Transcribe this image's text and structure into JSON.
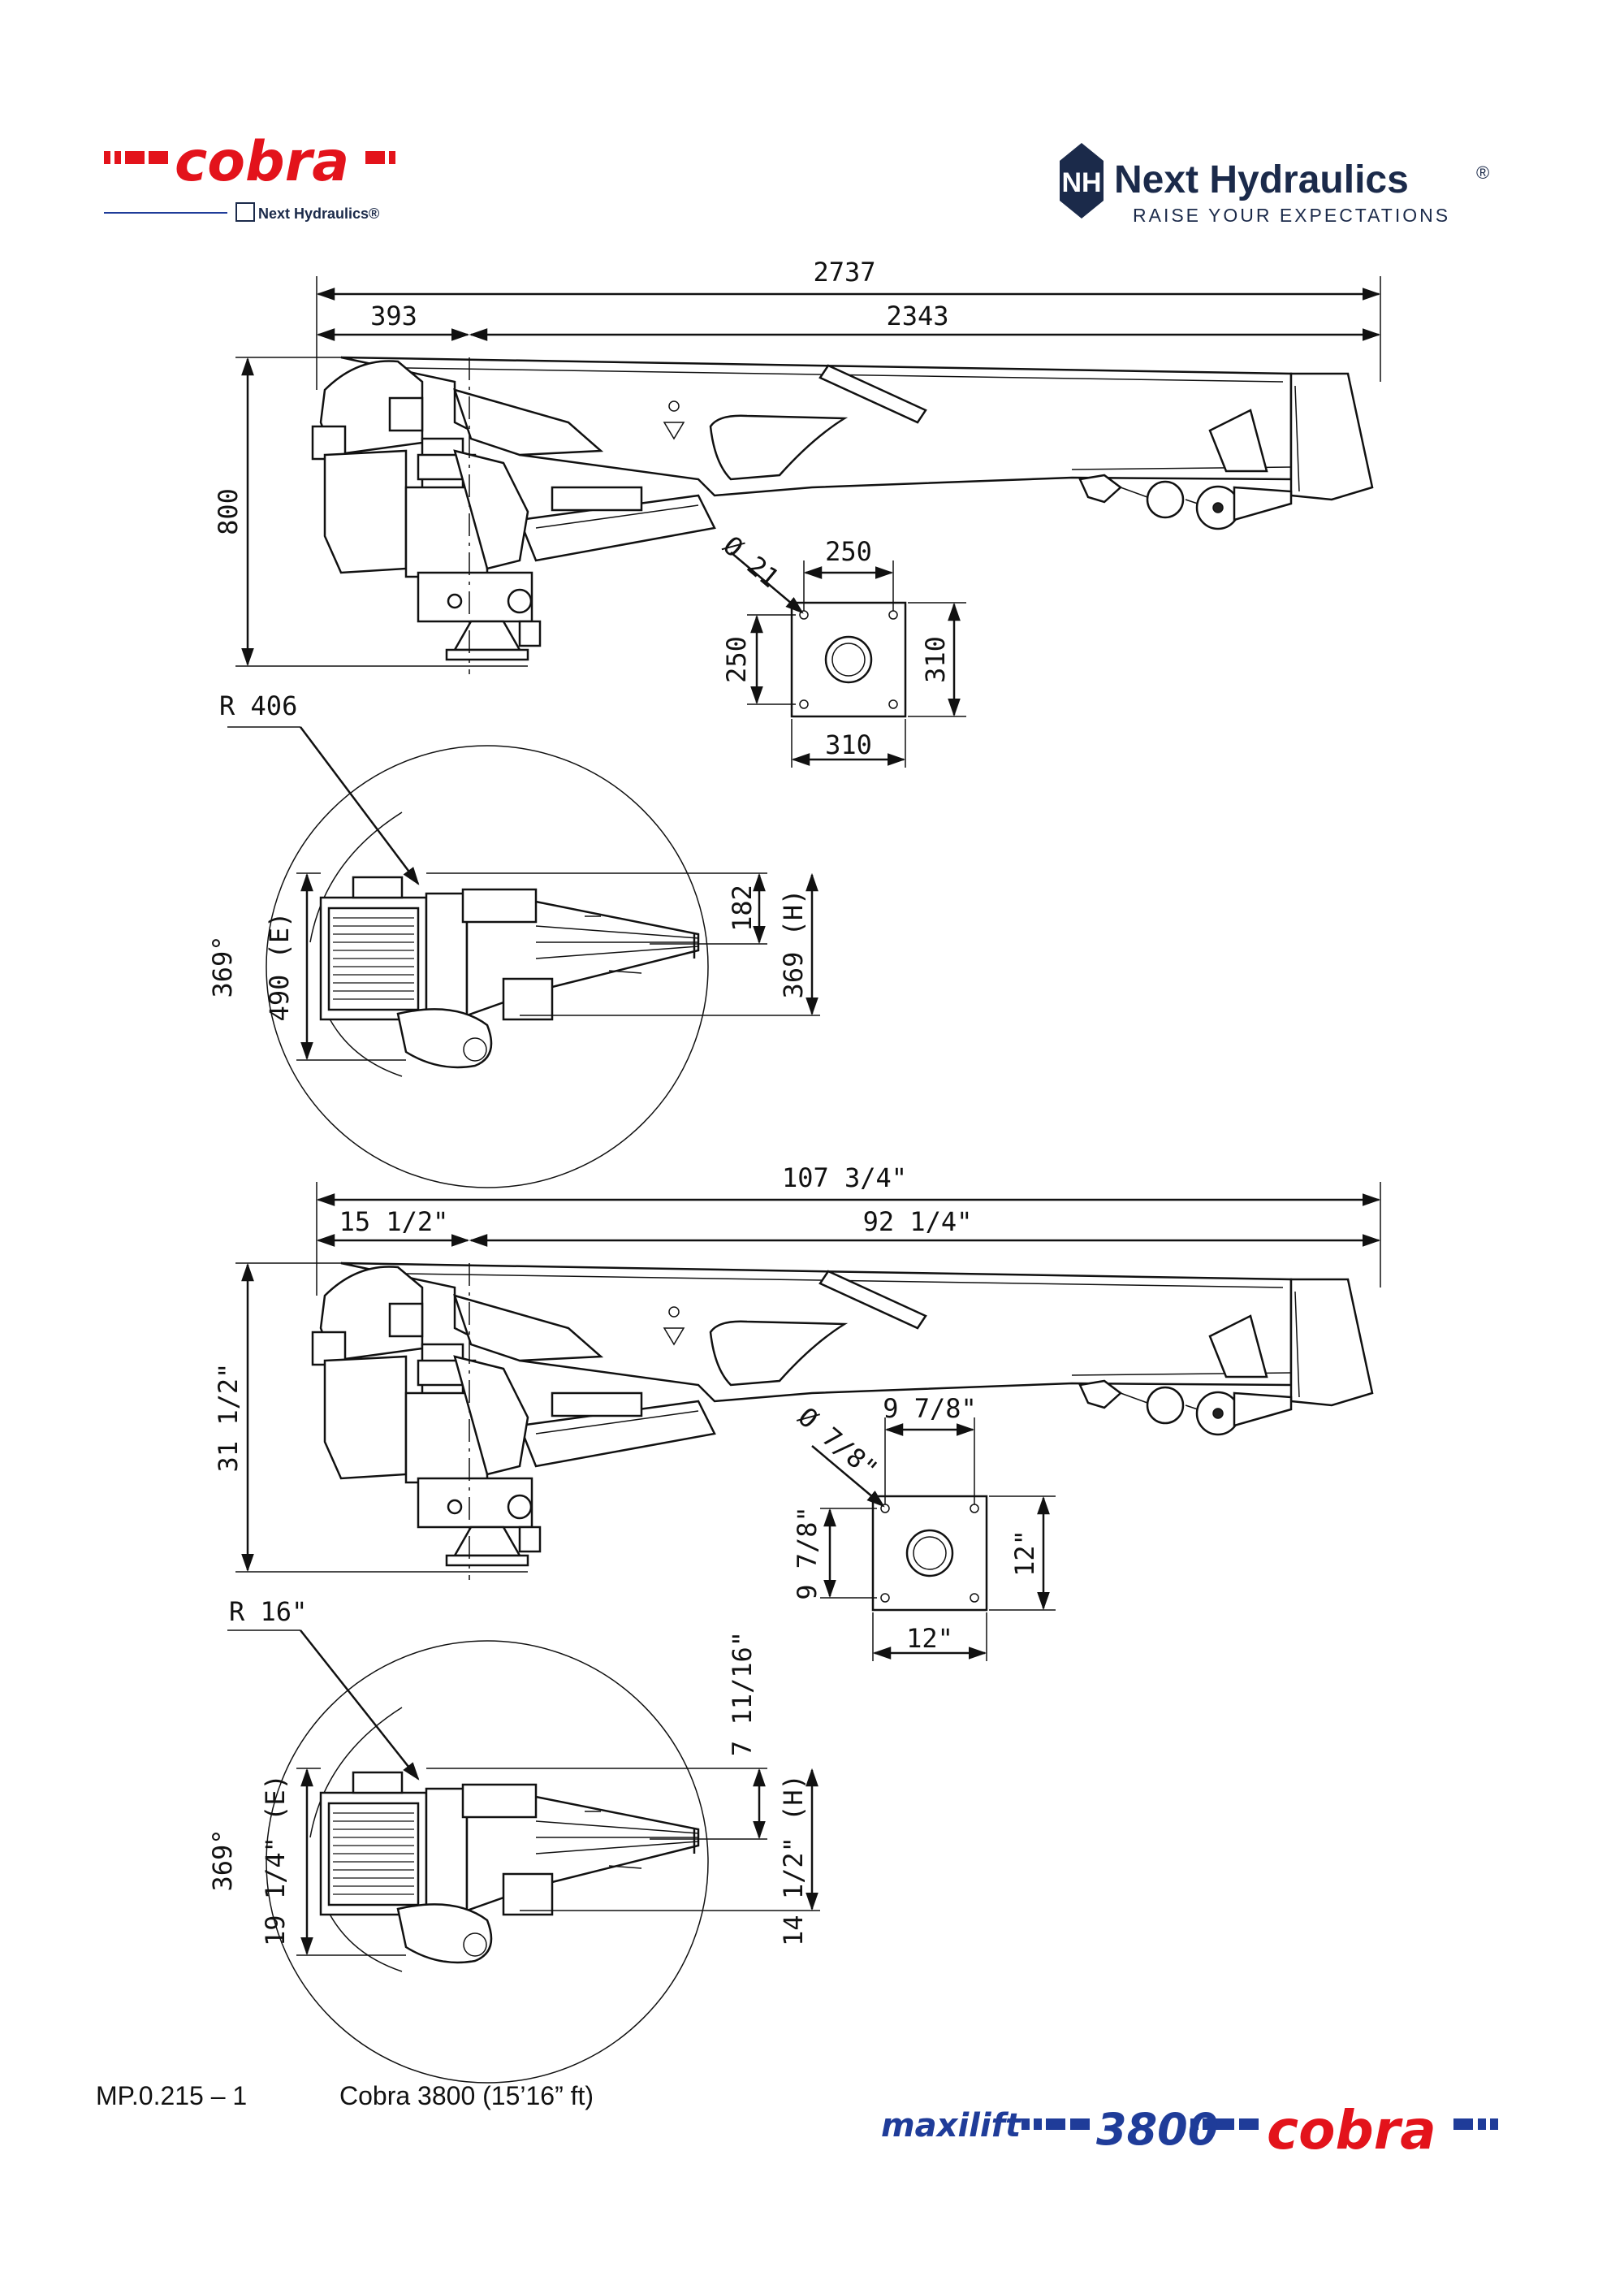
{
  "brand": {
    "cobra_logo_text": "cobra",
    "cobra_logo_subtext": "Next Hydraulics®",
    "nh_monogram": "NH",
    "nh_name": "Next Hydraulics",
    "nh_registered": "®",
    "nh_tagline": "RAISE YOUR EXPECTATIONS",
    "maxilift_text": "maxilift",
    "model_badge": "3800",
    "cobra_footer_logo": "cobra",
    "colors": {
      "cobra_red": "#e3131b",
      "cobra_blue": "#1f3c99",
      "nh_navy": "#1b2a4a"
    }
  },
  "metric": {
    "total_length": "2737",
    "rear_length": "393",
    "boom_length": "2343",
    "height": "800",
    "base_hole": "Ø 21",
    "base_hole_spacing_top": "250",
    "base_hole_spacing_side": "250",
    "base_plate_side": "310",
    "base_plate_bottom": "310",
    "radius": "R 406",
    "rotation": "369°",
    "width_e": "490 (E)",
    "offset": "182",
    "width_h": "369 (H)"
  },
  "imperial": {
    "total_length": "107 3/4\"",
    "rear_length": "15 1/2\"",
    "boom_length": "92 1/4\"",
    "height": "31 1/2\"",
    "base_hole": "Ø 7/8\"",
    "base_hole_spacing_top": "9 7/8\"",
    "base_hole_spacing_side": "9 7/8\"",
    "base_plate_side": "12\"",
    "base_plate_bottom": "12\"",
    "radius": "R 16\"",
    "rotation": "369°",
    "width_e": "19 1/4\" (E)",
    "offset": "7 11/16\"",
    "width_h": "14 1/2\" (H)"
  },
  "footer": {
    "drawing_code": "MP.0.215 – 1",
    "model_title": "Cobra 3800 (15’16” ft)"
  }
}
